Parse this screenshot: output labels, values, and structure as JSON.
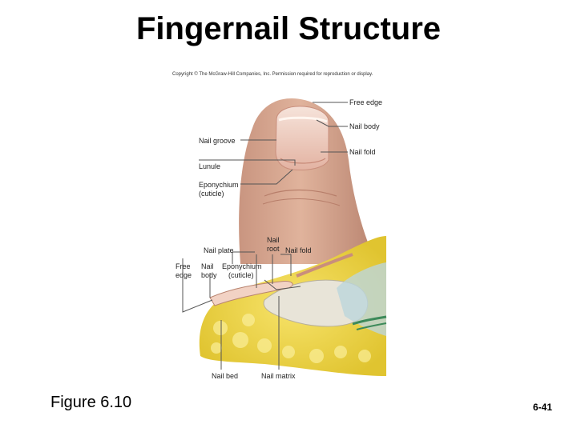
{
  "title": "Fingernail Structure",
  "copyright": "Copyright © The McGraw-Hill Companies, Inc. Permission required for reproduction or display.",
  "labels": {
    "free_edge_top": "Free edge",
    "nail_body_top": "Nail body",
    "nail_groove": "Nail groove",
    "nail_fold_top": "Nail fold",
    "lunule": "Lunule",
    "eponychium_top_1": "Eponychium",
    "eponychium_top_2": "(cuticle)",
    "nail_plate": "Nail plate",
    "nail_root_1": "Nail",
    "nail_root_2": "root",
    "nail_fold_bottom": "Nail fold",
    "free_edge_bottom_1": "Free",
    "free_edge_bottom_2": "edge",
    "nail_body_bottom_1": "Nail",
    "nail_body_bottom_2": "body",
    "eponychium_bottom_1": "Eponychium",
    "eponychium_bottom_2": "(cuticle)",
    "nail_bed": "Nail bed",
    "nail_matrix": "Nail matrix"
  },
  "figure_label": "Figure 6.10",
  "page_number": "6-41",
  "colors": {
    "skin": "#d7a88f",
    "nail": "#ecc3b4",
    "fat": "#f0d84a",
    "bone": "#e8e4d8",
    "leader": "#555555"
  }
}
